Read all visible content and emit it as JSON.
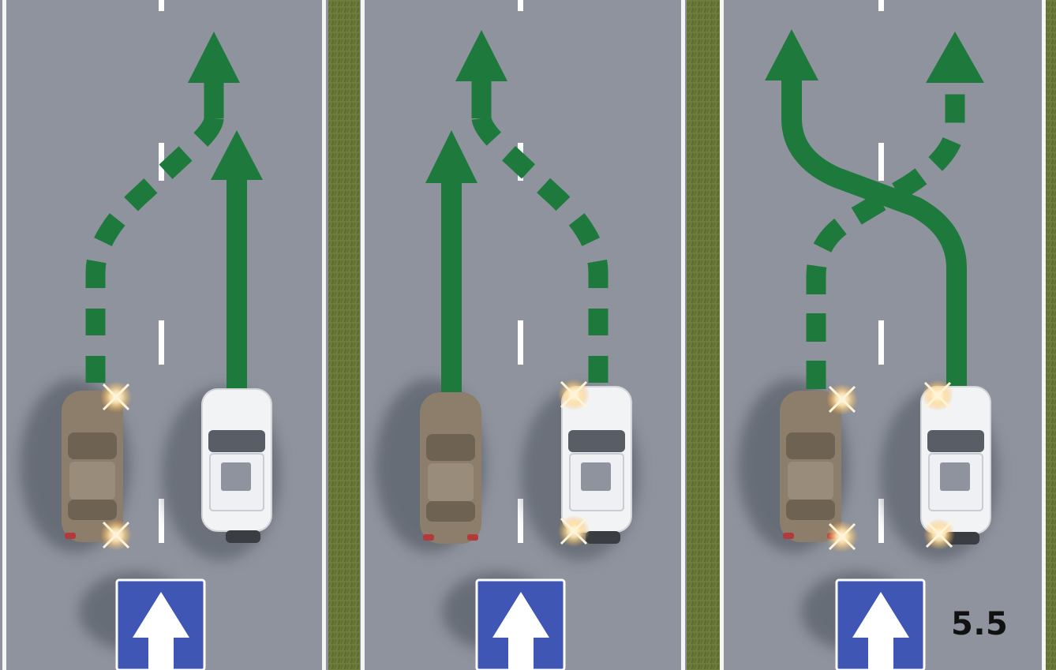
{
  "figure_number": "5.5",
  "colors": {
    "road": "#8e939d",
    "grass": "#6f7e3c",
    "curb": "#ffffff",
    "lane_marking": "#ffffff",
    "path": "#1e7a3c",
    "sign_blue": "#3f56b4",
    "car_tan": "#8d7d6b",
    "car_white": "#f2f3f5",
    "indicator": "#ffd27a"
  },
  "panels": [
    {
      "name": "panel-1",
      "sign": "one-way-arrow-sign",
      "left_car": {
        "color": "tan",
        "path": "dashed-lane-change-right",
        "indicators": "right"
      },
      "right_car": {
        "color": "white",
        "path": "solid-straight"
      }
    },
    {
      "name": "panel-2",
      "sign": "one-way-arrow-sign",
      "left_car": {
        "color": "tan",
        "path": "solid-straight"
      },
      "right_car": {
        "color": "white",
        "path": "dashed-lane-change-left",
        "indicators": "left"
      }
    },
    {
      "name": "panel-3",
      "sign": "one-way-arrow-sign",
      "left_car": {
        "color": "tan",
        "path": "dashed-lane-change-right",
        "indicators": "right"
      },
      "right_car": {
        "color": "white",
        "path": "solid-lane-change-left",
        "indicators": "left"
      }
    }
  ]
}
